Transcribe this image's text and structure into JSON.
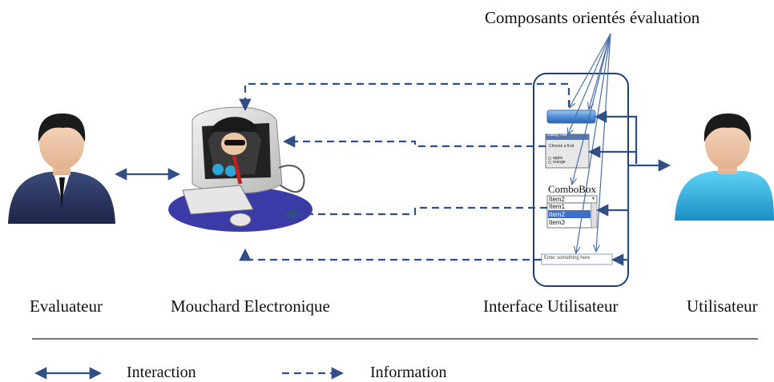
{
  "title": "Composants orientés évaluation",
  "actors": {
    "evaluateur": "Evaluateur",
    "mouchard": "Mouchard Electronique",
    "interface": "Interface Utilisateur",
    "utilisateur": "Utilisateur"
  },
  "widgets": {
    "dialog_title": "Dialog Title",
    "dialog_prompt": "Choose a fruit",
    "dialog_options": [
      "apple",
      "orange"
    ],
    "combobox_label": "ComboBox",
    "combobox_selected": "Item2",
    "combobox_items": [
      "Item1",
      "Item2",
      "Item3"
    ],
    "textfield_placeholder": "Enter something here"
  },
  "legend": {
    "interaction": "Interaction",
    "information": "Information"
  },
  "colors": {
    "arrow": "#2f4f86",
    "ui_frame": "#1f3f7a",
    "select_highlight": "#3f6fc8"
  }
}
